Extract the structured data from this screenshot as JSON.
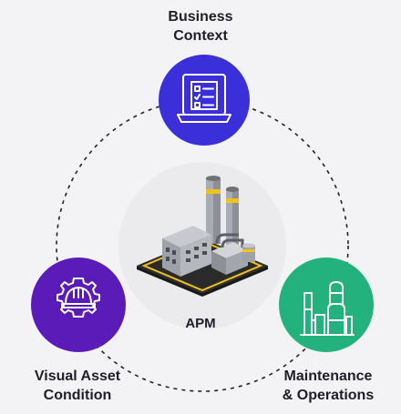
{
  "diagram": {
    "center": {
      "label": "APM",
      "icon": "factory-icon"
    },
    "nodes": [
      {
        "id": "top",
        "lines": [
          "Business",
          "Context"
        ],
        "color": "#3b2fd9",
        "icon": "laptop-checklist-icon"
      },
      {
        "id": "left",
        "lines": [
          "Visual Asset",
          "Condition"
        ],
        "color": "#5a1bb8",
        "icon": "hardhat-gear-icon"
      },
      {
        "id": "right",
        "lines": [
          "Maintenance",
          "& Operations"
        ],
        "color": "#23b27e",
        "icon": "industrial-plant-icon"
      }
    ]
  }
}
